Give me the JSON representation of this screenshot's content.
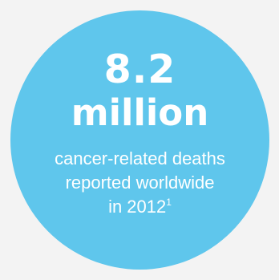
{
  "infographic": {
    "number": "8.2",
    "unit": "million",
    "description_lines": [
      "cancer-related deaths",
      "reported worldwide",
      "in 2012"
    ],
    "footnote_marker": "1",
    "colors": {
      "circle": "#5fc6ec",
      "text": "#ffffff",
      "background": "#f3f3f3"
    }
  }
}
